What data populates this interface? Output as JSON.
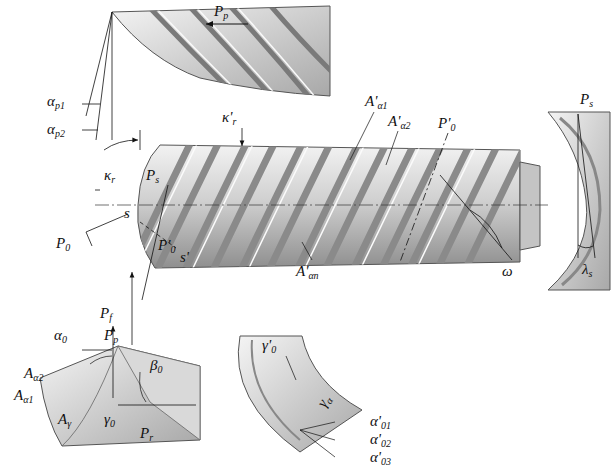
{
  "diagram": {
    "labels": [
      "Pp",
      "αp1",
      "αp2",
      "κr",
      "Ps",
      "κ'r",
      "A'α1",
      "A'α2",
      "P'0",
      "P0",
      "s",
      "P'0",
      "s'",
      "A'αn",
      "ω",
      "Ps",
      "λs",
      "Pf",
      "Pp",
      "α0",
      "Aα2",
      "Aα1",
      "β0",
      "Aγ",
      "γ0",
      "Pr",
      "γ'0",
      "γα",
      "α'01",
      "α'02",
      "α'03"
    ]
  }
}
